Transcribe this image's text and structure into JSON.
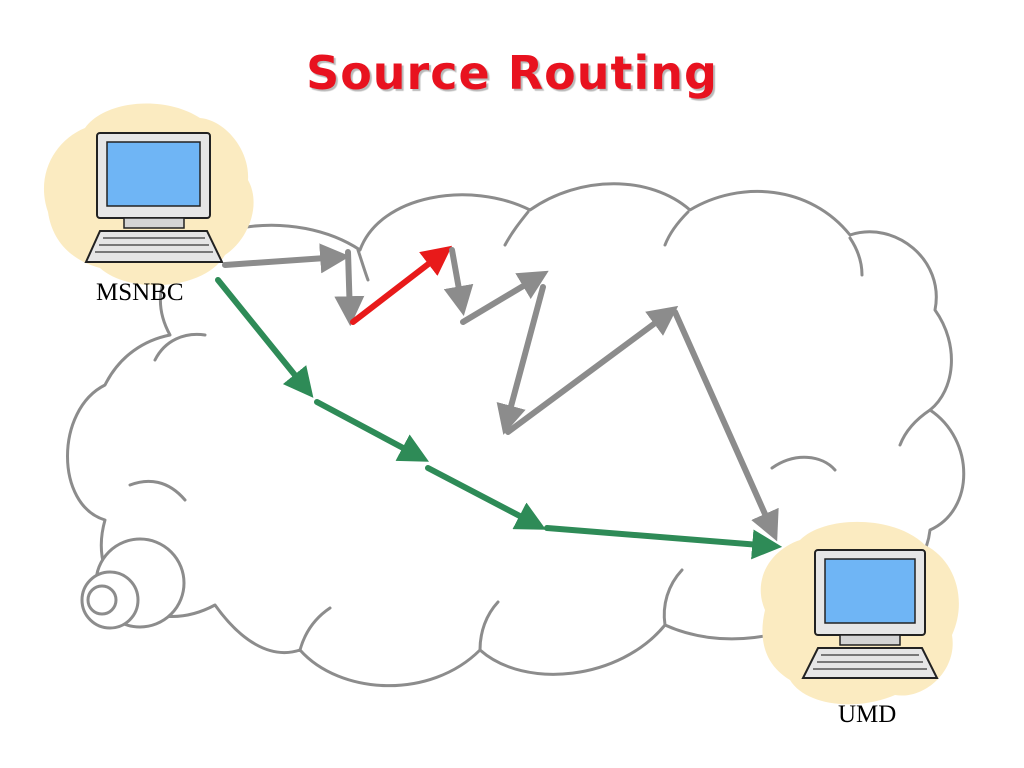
{
  "slide": {
    "title": "Source Routing"
  },
  "hosts": {
    "source_label": "MSNBC",
    "destination_label": "UMD"
  },
  "colors": {
    "title": "#e8121f",
    "network_cloud_outline": "#8c8c8c",
    "host_backdrop": "#fbebc1",
    "monitor_screen": "#6fb5f5",
    "source_route_arrows": "#8c8c8c",
    "highlighted_hop": "#e81a1a",
    "default_route_arrows": "#2e8b57"
  },
  "icons": {
    "source_host": "computer-icon",
    "destination_host": "computer-icon"
  }
}
